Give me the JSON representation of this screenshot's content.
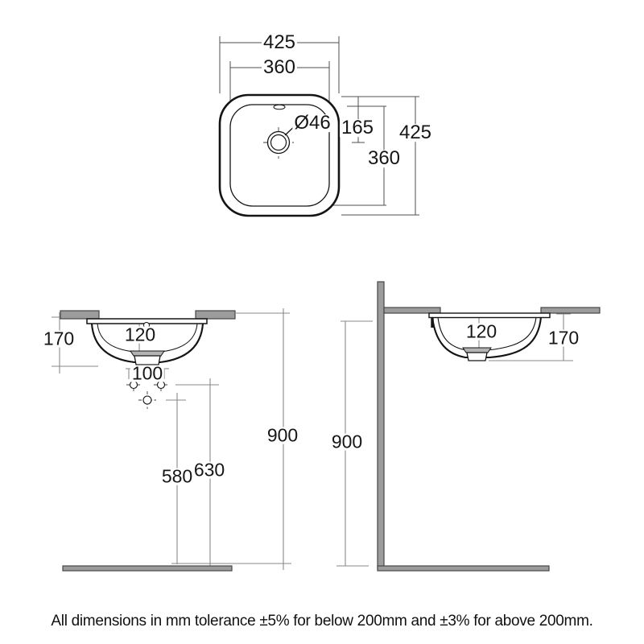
{
  "drawing": {
    "type": "basin-installation-dimensions",
    "views": {
      "top": {
        "title": "top-view",
        "dims": {
          "width_overall": "425",
          "width_inner": "360",
          "drain_diameter": "Ø46",
          "top_to_drain": "165",
          "depth_inner": "360",
          "depth_overall": "425"
        }
      },
      "front": {
        "title": "front-view",
        "dims": {
          "depth_below_counter": "170",
          "rim_to_drain": "120",
          "fixing_hole_spacing": "100",
          "floor_to_lower_hole": "580",
          "floor_to_upper_holes": "630",
          "floor_to_counter": "900"
        }
      },
      "side": {
        "title": "side-view",
        "dims": {
          "rim_to_drain": "120",
          "depth_below_counter": "170",
          "floor_to_counter": "900"
        }
      }
    },
    "note": "All dimensions in mm tolerance ±5% for below 200mm and ±3% for above 200mm.",
    "colors": {
      "object_line": "#141414",
      "dimension_line": "#8a8a8a",
      "surface_gray": "#9c9c9c"
    }
  }
}
